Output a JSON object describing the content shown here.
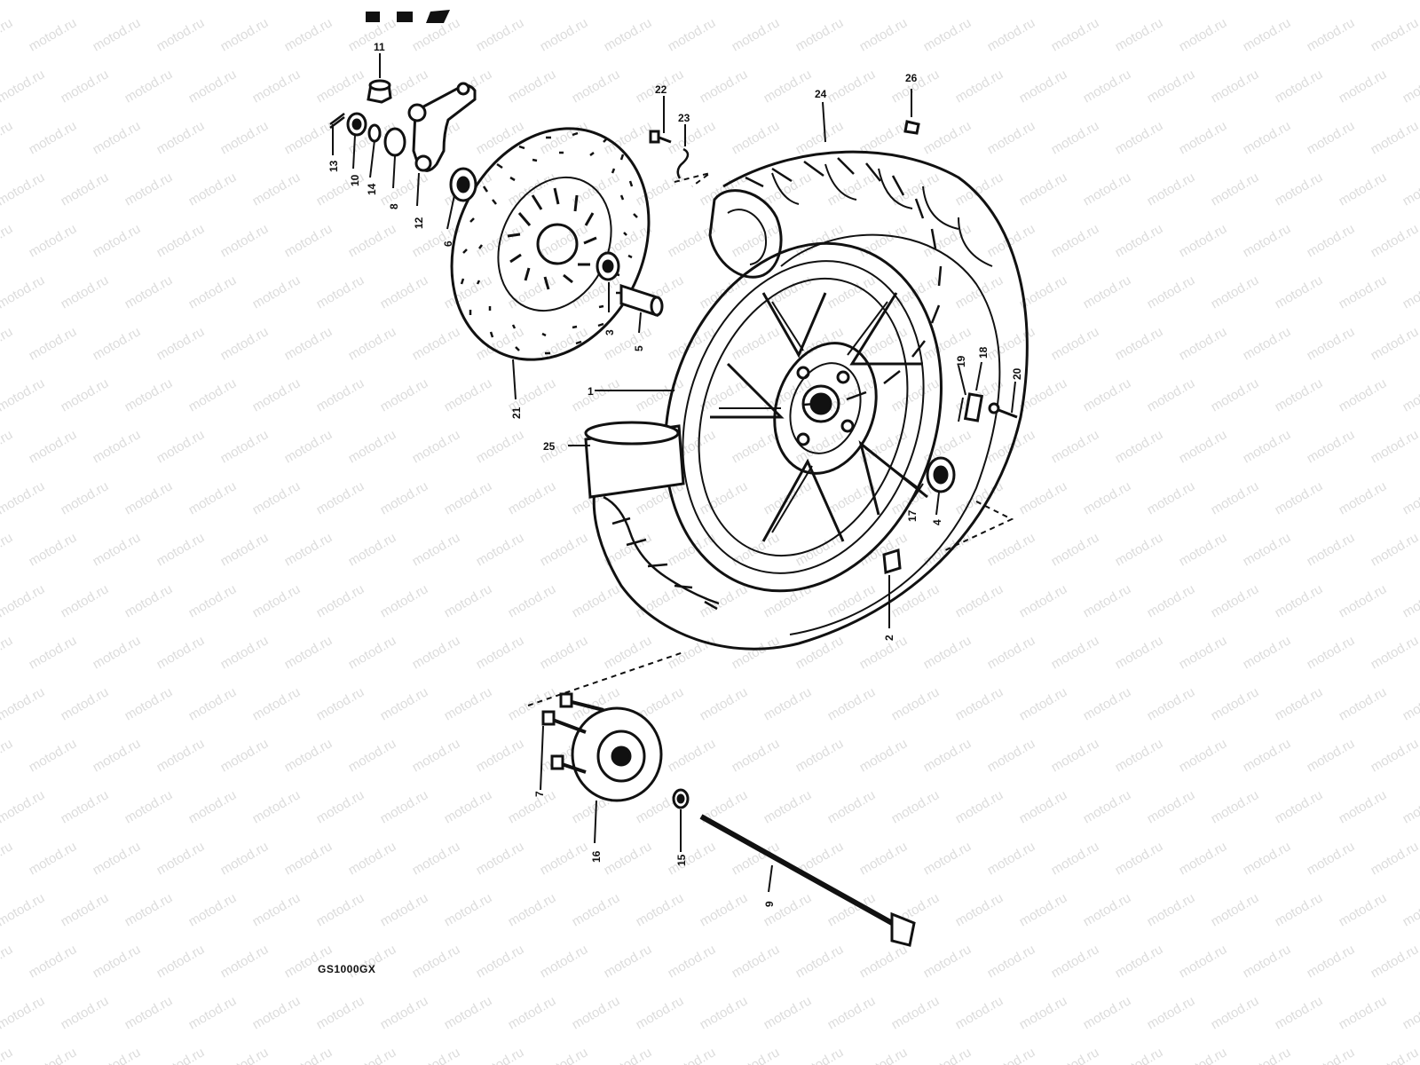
{
  "diagram": {
    "model": "GS1000GX",
    "watermark": "motod.ru",
    "labels": {
      "p1": "1",
      "p2": "2",
      "p3": "3",
      "p4": "4",
      "p5": "5",
      "p6": "6",
      "p7": "7",
      "p8": "8",
      "p9": "9",
      "p10": "10",
      "p11": "11",
      "p12": "12",
      "p13": "13",
      "p14": "14",
      "p15": "15",
      "p16": "16",
      "p17": "17",
      "p18": "18",
      "p19": "19",
      "p20": "20",
      "p21": "21",
      "p22": "22",
      "p23": "23",
      "p24": "24",
      "p25": "25",
      "p26": "26"
    }
  }
}
